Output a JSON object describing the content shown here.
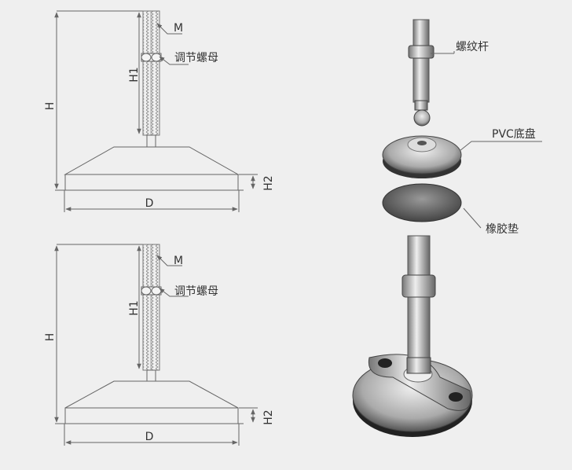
{
  "drawing_top": {
    "labels": {
      "H": "H",
      "H1": "H1",
      "H2": "H2",
      "D": "D",
      "M": "M",
      "nut": "调节螺母"
    }
  },
  "drawing_bottom": {
    "labels": {
      "H": "H",
      "H1": "H1",
      "H2": "H2",
      "D": "D",
      "M": "M",
      "nut": "调节螺母"
    }
  },
  "exploded_view": {
    "labels": {
      "rod": "螺纹杆",
      "base": "PVC底盘",
      "pad": "橡胶垫"
    }
  },
  "colors": {
    "background": "#efefef",
    "line": "#555555",
    "text": "#333333"
  }
}
